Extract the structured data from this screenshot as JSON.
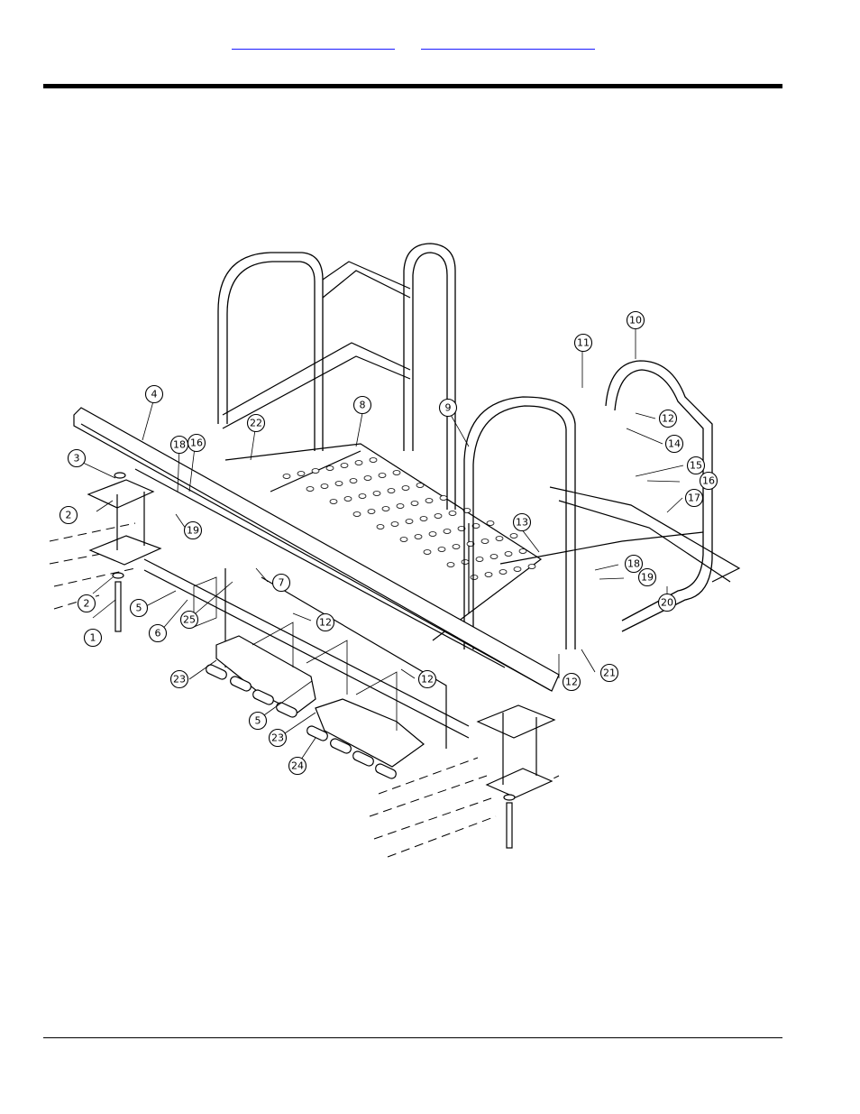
{
  "header": {
    "link_1": "",
    "link_2": ""
  },
  "figure": {
    "callouts": [
      {
        "id": "c1",
        "label": "1"
      },
      {
        "id": "c2a",
        "label": "2"
      },
      {
        "id": "c2b",
        "label": "2"
      },
      {
        "id": "c3",
        "label": "3"
      },
      {
        "id": "c4",
        "label": "4"
      },
      {
        "id": "c5a",
        "label": "5"
      },
      {
        "id": "c5b",
        "label": "5"
      },
      {
        "id": "c6",
        "label": "6"
      },
      {
        "id": "c7",
        "label": "7"
      },
      {
        "id": "c8",
        "label": "8"
      },
      {
        "id": "c9",
        "label": "9"
      },
      {
        "id": "c10",
        "label": "10"
      },
      {
        "id": "c11",
        "label": "11"
      },
      {
        "id": "c12a",
        "label": "12"
      },
      {
        "id": "c12b",
        "label": "12"
      },
      {
        "id": "c12c",
        "label": "12"
      },
      {
        "id": "c12d",
        "label": "12"
      },
      {
        "id": "c13",
        "label": "13"
      },
      {
        "id": "c14",
        "label": "14"
      },
      {
        "id": "c15",
        "label": "15"
      },
      {
        "id": "c16a",
        "label": "16"
      },
      {
        "id": "c16b",
        "label": "16"
      },
      {
        "id": "c17",
        "label": "17"
      },
      {
        "id": "c18a",
        "label": "18"
      },
      {
        "id": "c18b",
        "label": "18"
      },
      {
        "id": "c19a",
        "label": "19"
      },
      {
        "id": "c19b",
        "label": "19"
      },
      {
        "id": "c20",
        "label": "20"
      },
      {
        "id": "c21",
        "label": "21"
      },
      {
        "id": "c22",
        "label": "22"
      },
      {
        "id": "c23a",
        "label": "23"
      },
      {
        "id": "c23b",
        "label": "23"
      },
      {
        "id": "c24",
        "label": "24"
      },
      {
        "id": "c25",
        "label": "25"
      }
    ]
  }
}
